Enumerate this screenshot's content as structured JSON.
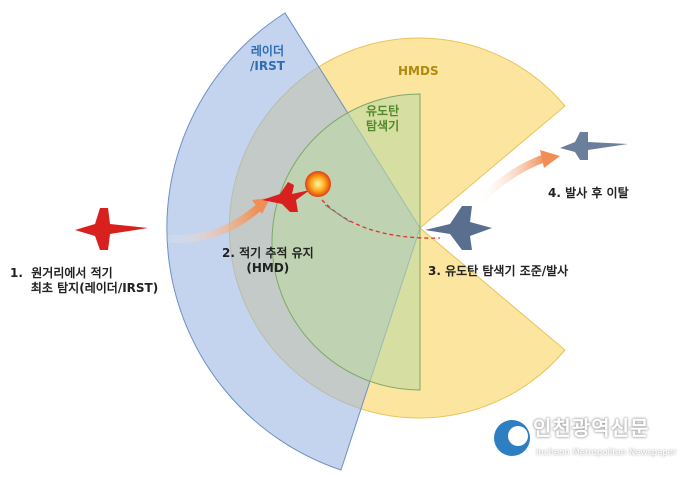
{
  "zones": {
    "radar": "레이더\n/IRST",
    "hmds": "HMDS",
    "seeker": "유도탄\n탐색기"
  },
  "steps": [
    {
      "text": "1.  원거리에서 적기\n     최초 탐지(레이더/IRST)"
    },
    {
      "text": "2. 적기 추적 유지\n(HMD)"
    },
    {
      "text": "3. 유도탄 탐색기 조준/발사"
    },
    {
      "text": "4. 발사 후 이탈"
    }
  ],
  "colors": {
    "radar": "#a9c1e6",
    "hmds": "#fbe08e",
    "seeker": "#c9dfb3",
    "enemy": "#d8201f",
    "friendly": "#5a6f8f",
    "arrow": "#f0a070"
  },
  "logo": {
    "name": "인천광역신문",
    "subtitle": "Incheon Metropolitan Newspaper"
  }
}
